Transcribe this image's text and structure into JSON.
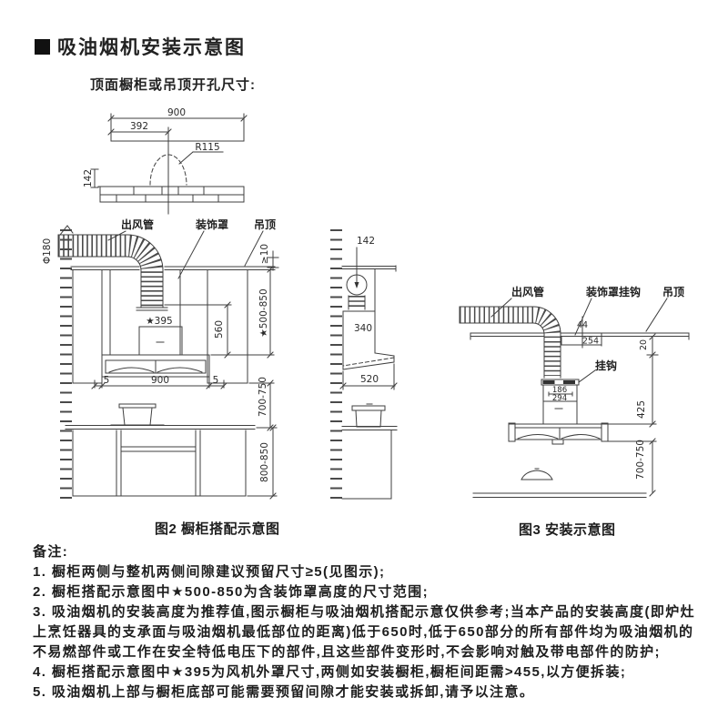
{
  "page": {
    "title": "吸油烟机安装示意图",
    "subtitle": "顶面橱柜或吊顶开孔尺寸:"
  },
  "top_drawing": {
    "dim_total_width": "900",
    "dim_offset_width": "392",
    "dim_radius": "R115",
    "dim_height": "142"
  },
  "fig2": {
    "caption": "图2 橱柜搭配示意图",
    "label_duct": "出风管",
    "label_cover": "装饰罩",
    "label_ceiling": "吊顶",
    "dim_duct_diameter": "Φ180",
    "dim_ceiling_gap": "≥10",
    "dim_cover_height_range": "★500-850",
    "dim_fan_housing_width": "★395",
    "dim_chimney_height": "560",
    "dim_gap_left": "5",
    "dim_hood_width": "900",
    "dim_gap_right": "5",
    "dim_hood_to_counter": "700-750",
    "dim_counter_height": "800-850"
  },
  "fig_side": {
    "dim_duct_offset": "142",
    "dim_body_height": "340",
    "dim_body_depth": "520"
  },
  "fig3": {
    "caption": "图3 安装示意图",
    "label_duct": "出风管",
    "label_cover_hook": "装饰罩挂钩",
    "label_ceiling": "吊顶",
    "label_hook": "挂钩",
    "dim_hook_offset": "44",
    "dim_cover_depth": "254",
    "dim_ceiling_gap": "20",
    "dim_hook_inner_width": "186",
    "dim_hook_outer_width": "294",
    "dim_ceiling_to_hood": "425",
    "dim_hood_to_counter": "700-750"
  },
  "notes": {
    "heading": "备注:",
    "items": [
      "1. 橱柜两侧与整机两侧间隙建议预留尺寸≥5(见图示);",
      "2. 橱柜搭配示意图中★500-850为含装饰罩高度的尺寸范围;",
      "3. 吸油烟机的安装高度为推荐值,图示橱柜与吸油烟机搭配示意仅供参考;当本产品的安装高度(即炉灶上烹饪器具的支承面与吸油烟机最低部位的距离)低于650时,低于650部分的所有部件均为吸油烟机的不易燃部件或工作在安全特低电压下的部件,且这些部件变形时,不会影响对触及带电部件的防护;",
      "4. 橱柜搭配示意图中★395为风机外罩尺寸,两侧如安装橱柜,橱柜间距需>455,以方便拆装;",
      "5. 吸油烟机上部与橱柜底部可能需要预留间隙才能安装或拆卸,请予以注意。"
    ]
  }
}
